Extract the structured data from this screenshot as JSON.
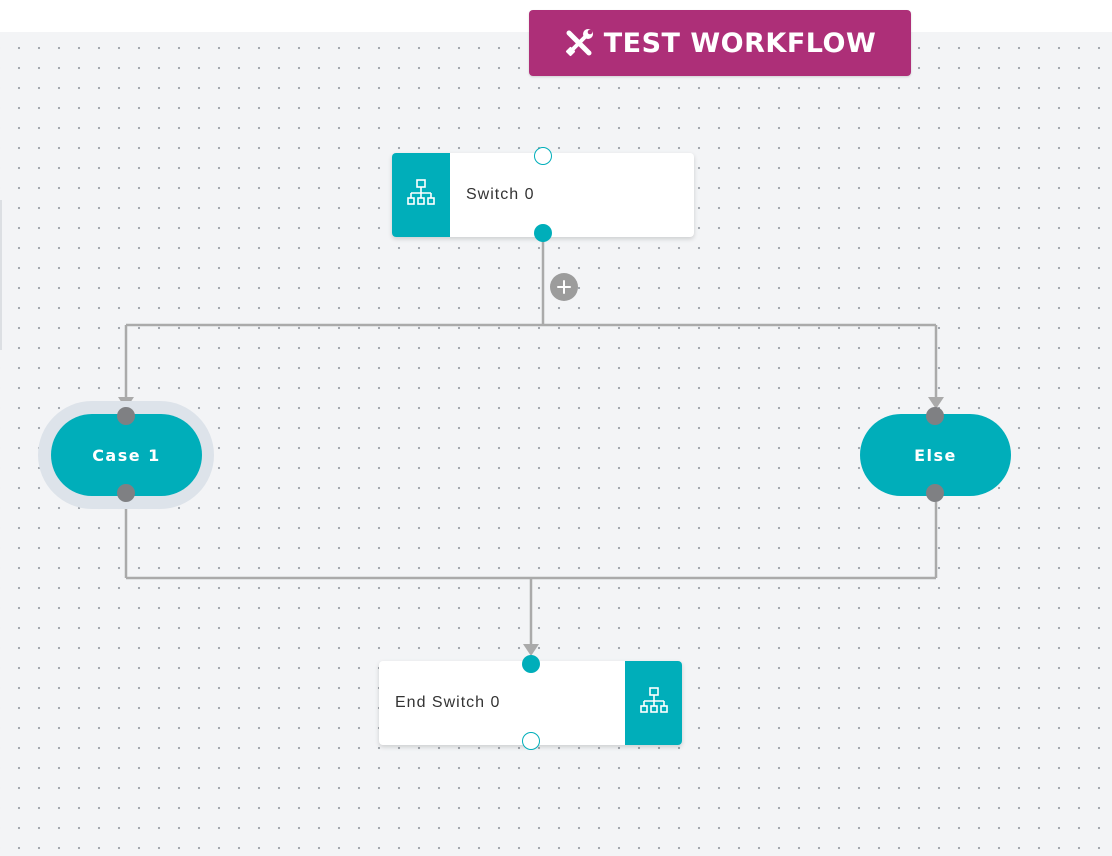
{
  "toolbar": {
    "test_workflow_label": "TEST WORKFLOW",
    "icon": "tools-icon"
  },
  "workflow": {
    "switch_node": {
      "title": "Switch 0",
      "icon": "sitemap-icon"
    },
    "add_button": {
      "icon": "plus-icon"
    },
    "branches": [
      {
        "label": "Case 1",
        "selected": true
      },
      {
        "label": "Else",
        "selected": false
      }
    ],
    "end_node": {
      "title": "End Switch 0",
      "icon": "sitemap-icon"
    }
  },
  "colors": {
    "accent": "#00aeba",
    "test_button": "#ad2f78",
    "connector": "#aaaaaa",
    "port_gray": "#7f8083",
    "canvas": "#f3f4f6"
  }
}
